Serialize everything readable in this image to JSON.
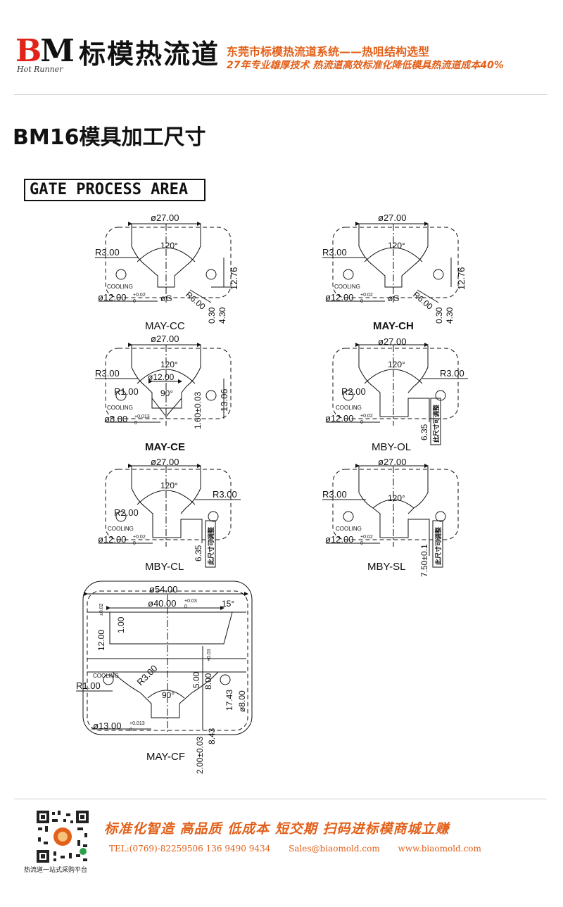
{
  "header": {
    "logo_letters_b": "B",
    "logo_letters_m": "M",
    "logo_sub": "Hot Runner",
    "brand": "标模热流道",
    "tagline_1": "东莞市标模热流道系统——热咀结构选型",
    "tagline_2": "27年专业雄厚技术 热流道高效标准化降低模具热流道成本40%",
    "brand_color": "#e2231a",
    "accent_color": "#e2601a"
  },
  "page_title": "BM16模具加工尺寸",
  "section_label": "GATE PROCESS AREA",
  "drawings": {
    "may_cc": {
      "name": "MAY-CC",
      "top_dia": "ø27.00",
      "angle": "120°",
      "radius": "R3.00",
      "cooling": "COOLING",
      "bore": "ø12.00",
      "tol_up": "+0.02",
      "tol_dn": "0",
      "gate": "øG",
      "r_small": "R6.00",
      "h_total": "12.76",
      "d1": "0.30",
      "d2": "4.30"
    },
    "may_ch": {
      "name": "MAY-CH",
      "top_dia": "ø27.00",
      "angle": "120°",
      "radius": "R3.00",
      "cooling": "COOLING",
      "bore": "ø12.00",
      "tol_up": "+0.02",
      "tol_dn": "0",
      "gate": "øG",
      "r_small": "R6.00",
      "h_total": "12.76",
      "d1": "0.30",
      "d2": "4.30"
    },
    "may_ce": {
      "name": "MAY-CE",
      "top_dia": "ø27.00",
      "angle": "120°",
      "radius": "R3.00",
      "inner_dia": "ø12.00",
      "angle2": "90°",
      "r_small": "R1.00",
      "cooling": "COOLING",
      "bore": "ø8.00",
      "tol_up": "+0.013",
      "tol_dn": "0",
      "h_total": "13.06",
      "step": "1.60±0.03"
    },
    "mby_ol": {
      "name": "MBY-OL",
      "top_dia": "ø27.00",
      "angle": "120°",
      "radius": "R3.00",
      "r_small": "R2.00",
      "cooling": "COOLING",
      "bore": "ø12.00",
      "tol_up": "+0.02",
      "tol_dn": "0",
      "depth": "6.35",
      "note": "此尺寸可调整"
    },
    "mby_cl": {
      "name": "MBY-CL",
      "top_dia": "ø27.00",
      "angle": "120°",
      "radius": "R3.00",
      "r_small": "R2.00",
      "cooling": "COOLING",
      "bore": "ø12.00",
      "tol_up": "+0.02",
      "tol_dn": "0",
      "depth": "6.35",
      "note": "此尺寸可调整"
    },
    "mby_sl": {
      "name": "MBY-SL",
      "top_dia": "ø27.00",
      "angle": "120°",
      "radius": "R3.00",
      "cooling": "COOLING",
      "bore": "ø12.00",
      "tol_up": "+0.02",
      "tol_dn": "0",
      "depth": "7.50±0.1",
      "note": "此尺寸可调整"
    },
    "may_cf": {
      "name": "MAY-CF",
      "top_dia": "ø54.00",
      "mid_dia": "ø40.00",
      "mid_tol_up": "+0.03",
      "mid_tol_dn": "0",
      "angle_small": "15°",
      "h1": "12.00",
      "h1_tol": "±0.02",
      "h2": "1.00",
      "radius": "R3.00",
      "r_small": "R1.00",
      "cooling": "COOLING",
      "angle": "90°",
      "bore": "ø13.00",
      "tol_up": "+0.013",
      "tol_dn": "0",
      "v1": "5.00",
      "v2": "8.00",
      "v2_tol": "+0.03",
      "v3": "17.43",
      "v4": "ø8.00",
      "v5": "8.43",
      "v6": "2.00±0.03"
    }
  },
  "footer": {
    "qr_label": "热流道一站式采购平台",
    "slogan": "标准化智造 高品质 低成本 短交期 扫码进标模商城立赚",
    "tel": "TEL:(0769)-82259506 136 9490 9434",
    "email": "Sales@biaomold.com",
    "web": "www.biaomold.com"
  }
}
